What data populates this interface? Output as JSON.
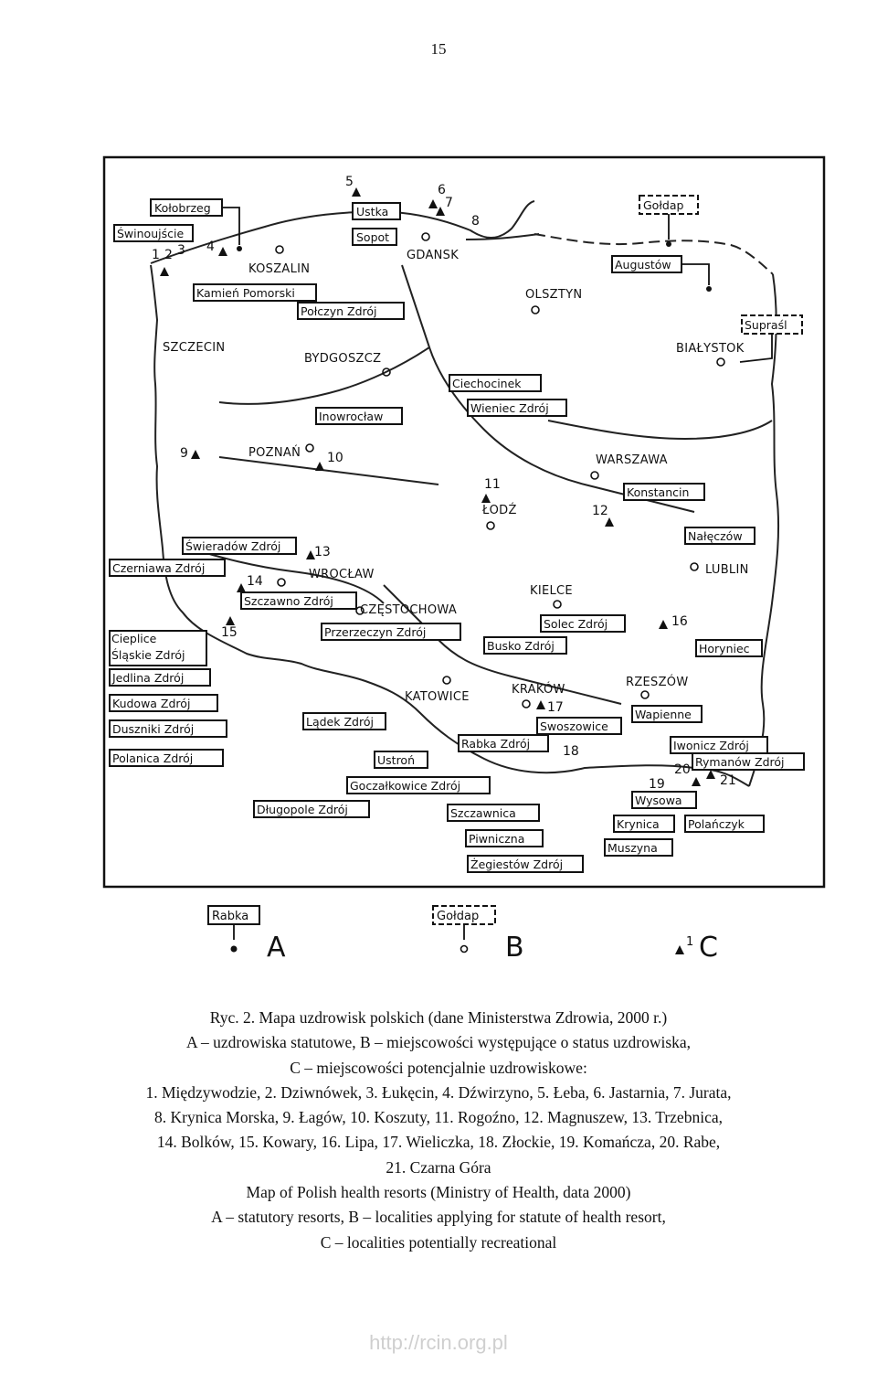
{
  "page_number": "15",
  "map": {
    "cities": [
      "KOSZALIN",
      "GDANSK",
      "OLSZTYN",
      "SZCZECIN",
      "BYDGOSZCZ",
      "BIAŁYSTOK",
      "POZNAŃ",
      "WARSZAWA",
      "ŁODŹ",
      "LUBLIN",
      "WROCŁAW",
      "CZĘSTOCHOWA",
      "KIELCE",
      "KATOWICE",
      "KRAKÓW",
      "RZESZÓW"
    ],
    "resorts_statutory": [
      "Kołobrzeg",
      "Świnoujście",
      "Kamień Pomorski",
      "Połczyn Zdrój",
      "Ustka",
      "Sopot",
      "Ciechocinek",
      "Wieniec Zdrój",
      "Inowrocław",
      "Konstancin",
      "Nałęczów",
      "Świeradów Zdrój",
      "Czerniawa Zdrój",
      "Szczawno Zdrój",
      "Cieplice Śląskie Zdrój",
      "Jedlina Zdrój",
      "Kudowa Zdrój",
      "Duszniki Zdrój",
      "Polanica Zdrój",
      "Lądek Zdrój",
      "Długopole Zdrój",
      "Przerzeczyn Zdrój",
      "Busko Zdrój",
      "Solec Zdrój",
      "Horyniec",
      "Swoszowice",
      "Wapienne",
      "Iwonicz Zdrój",
      "Rymanów Zdrój",
      "Ustroń",
      "Rabka Zdrój",
      "Goczałkowice Zdrój",
      "Szczawnica",
      "Piwniczna",
      "Żegiestów Zdrój",
      "Muszyna",
      "Krynica",
      "Wysowa",
      "Polańczyk"
    ],
    "resorts_applying": [
      "Gołdap",
      "Augustów",
      "Supraśl"
    ],
    "potential_numbers": [
      "1",
      "2",
      "3",
      "4",
      "5",
      "6",
      "7",
      "8",
      "9",
      "10",
      "11",
      "12",
      "13",
      "14",
      "15",
      "16",
      "17",
      "18",
      "19",
      "20",
      "21"
    ],
    "legend": {
      "a_sample": "Rabka",
      "a_letter": "A",
      "b_sample": "Gołdap",
      "b_letter": "B",
      "c_sample": "1",
      "c_letter": "C"
    }
  },
  "caption": {
    "pl_lines": [
      "Ryc. 2. Mapa uzdrowisk polskich (dane Ministerstwa Zdrowia, 2000 r.)",
      "A – uzdrowiska statutowe, B – miejscowości występujące o status uzdrowiska,",
      "C – miejscowości potencjalnie uzdrowiskowe:",
      "1.  Międzywodzie, 2. Dziwnówek, 3. Łukęcin, 4. Dźwirzyno, 5. Łeba, 6. Jastarnia, 7. Jurata,",
      "8. Krynica Morska, 9. Łagów, 10. Koszuty, 11. Rogoźno, 12. Magnuszew, 13. Trzebnica,",
      "14. Bolków, 15. Kowary, 16. Lipa, 17. Wieliczka, 18. Złockie, 19. Komańcza, 20. Rabe,",
      "21. Czarna Góra"
    ],
    "en_lines": [
      "Map of Polish health resorts (Ministry of Health, data 2000)",
      "A – statutory resorts, B – localities applying for statute of health resort,",
      "C – localities potentially recreational"
    ]
  },
  "watermark": "http://rcin.org.pl"
}
